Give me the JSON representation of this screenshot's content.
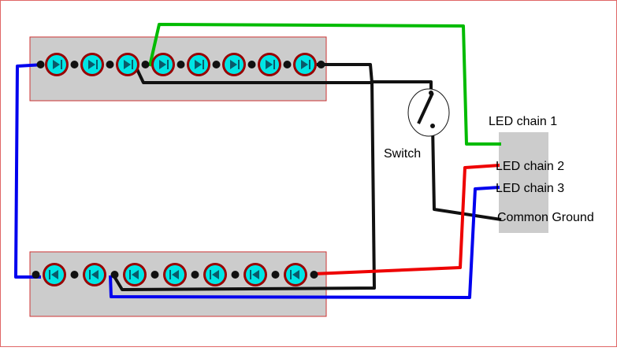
{
  "labels": {
    "led_chain_1": "LED chain 1",
    "led_chain_2": "LED chain 2",
    "led_chain_3": "LED chain 3",
    "common_ground": "Common Ground",
    "switch": "Switch"
  },
  "colors": {
    "border": "#e06666",
    "strip_fill": "#cccccc",
    "strip_border": "#cc3333",
    "led_fill": "#00e5e5",
    "led_ring": "#990000",
    "wire_green": "#00bb00",
    "wire_red": "#ee0000",
    "wire_blue": "#0000ee",
    "wire_black": "#111111",
    "connector_fill": "#cccccc"
  },
  "strips": {
    "top": {
      "led_count": 8
    },
    "bottom": {
      "led_count": 7
    }
  }
}
